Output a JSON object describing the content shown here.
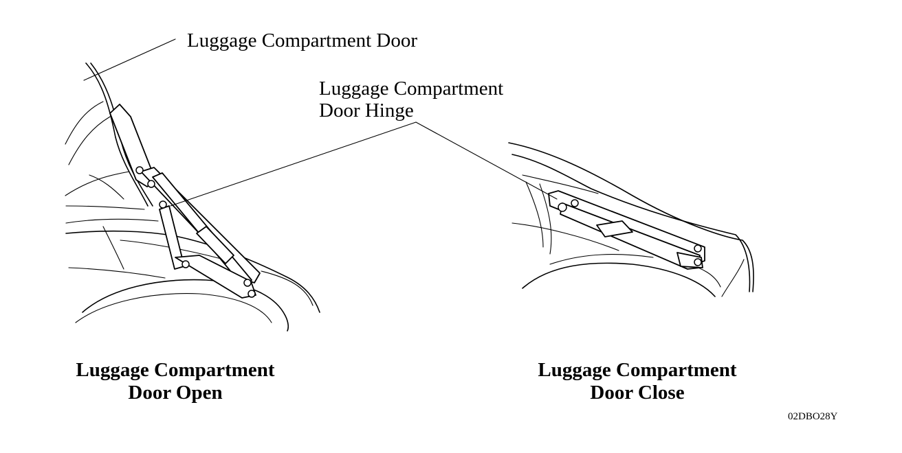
{
  "callouts": {
    "door": "Luggage Compartment Door",
    "hinge_line1": "Luggage Compartment",
    "hinge_line2": "Door Hinge"
  },
  "captions": {
    "open_line1": "Luggage Compartment",
    "open_line2": "Door Open",
    "close_line1": "Luggage Compartment",
    "close_line2": "Door Close"
  },
  "figure_code": "02DBO28Y"
}
